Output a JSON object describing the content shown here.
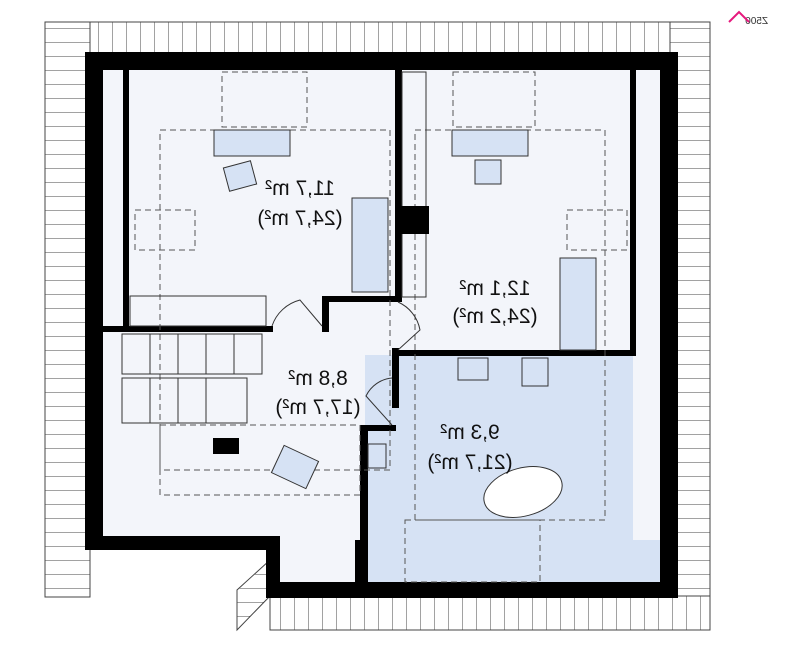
{
  "logo": {
    "text": "Z500",
    "accent": "#e6197d"
  },
  "colors": {
    "wall": "#000000",
    "floor": "#f3f5fa",
    "bathroom": "#d6e2f4",
    "roof_line": "#444444"
  },
  "rooms": [
    {
      "name": "bedroom-left",
      "area": "11,7 m²",
      "total": "(24,7 m²)"
    },
    {
      "name": "bedroom-right",
      "area": "12,1 m²",
      "total": "(24,2 m²)"
    },
    {
      "name": "hall",
      "area": "8,8 m²",
      "total": "(17,7 m²)"
    },
    {
      "name": "bathroom",
      "area": "9,3 m²",
      "total": "(21,7 m²)"
    }
  ]
}
